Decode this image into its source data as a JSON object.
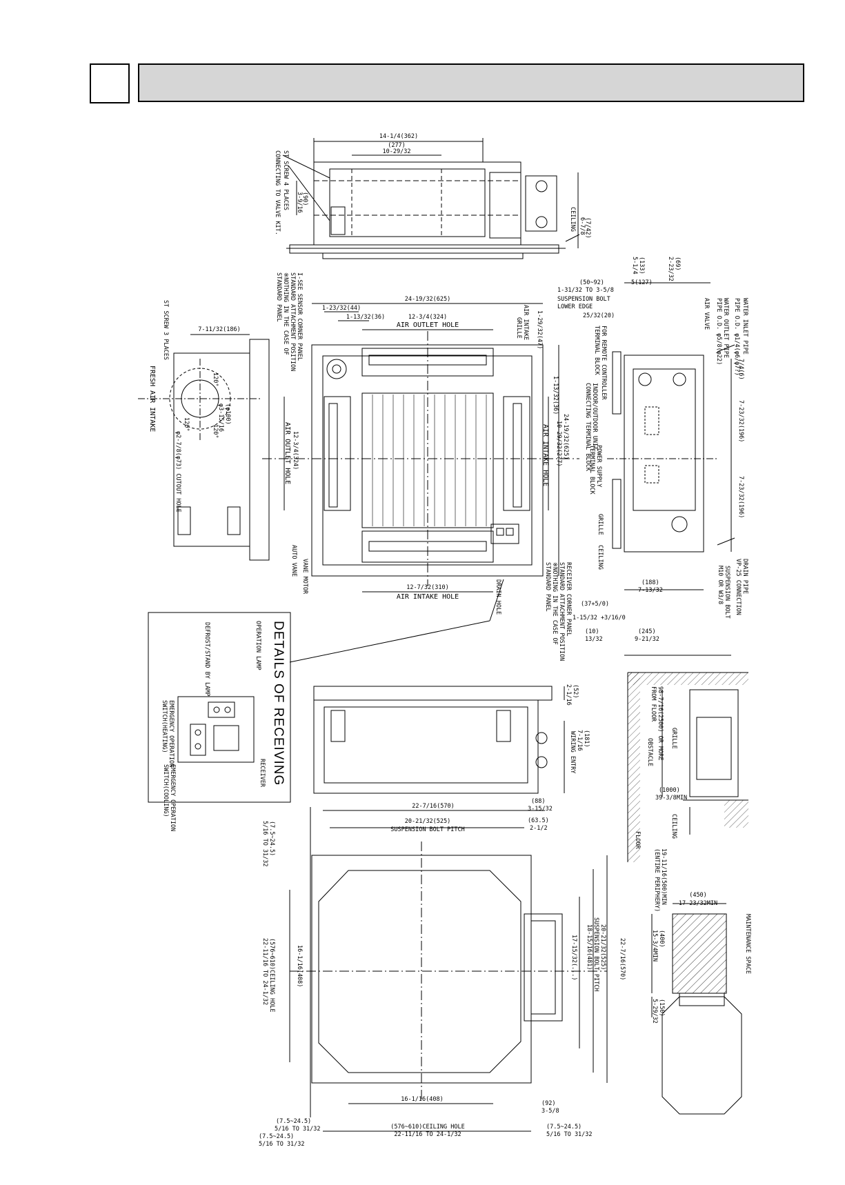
{
  "header": {
    "page_number": "",
    "title": ""
  },
  "top_view": {
    "dim_width": "14-1/4(362)",
    "dim_inner": "(277)",
    "dim_inner_in": "10-29/32",
    "dim_depth_mm": "(90)",
    "dim_depth_in": "3-9/16",
    "dim_height_mm": "(7/42)",
    "dim_height_in": "6-7/8",
    "ceiling": "CEILING",
    "st_screw_1": "ST SCREW 4 PLACES",
    "st_screw_2": "CONNECTING TO VALVE KIT."
  },
  "main_view": {
    "dim_overall": "24-19/32(625)",
    "dim_1": "1-23/32(44)",
    "dim_2": "1-13/32(36)",
    "dim_3": "12-3/4(324)",
    "air_outlet_hole": "AIR OUTLET HOLE",
    "air_intake_1": "AIR INTAKE",
    "air_intake_2": "GRILLE",
    "dim_right_1": "1-29/32(47)",
    "dim_right_2": "1-13/32(36)",
    "dim_right_overall": "24-19/32(625)",
    "dim_right_3": "10-29/32(2?7)",
    "air_intake_hole_right": "AIR INTAKE HOLE",
    "dim_left": "12-3/4(324)",
    "air_outlet_hole_left": "AIR OUTLET HOLE",
    "dim_bottom": "12-7/32(310)",
    "air_intake_hole_bottom": "AIR INTAKE HOLE",
    "isee_1": "I-SEE SENSOR CORNER PANEL",
    "isee_2": "STANDARD ATTACHMENT POSITION",
    "isee_3": "※NOTHING IN THE CASE OF",
    "isee_4": "STANDARD PANEL",
    "receiver_1": "RECEIVER CORNER PANEL",
    "receiver_2": "STANDARD ATTACHMENT POSITION",
    "receiver_3": "※NOTHING IN THE CASE OF",
    "receiver_4": "STANDARD PANEL",
    "auto_vane": "AUTO VANE",
    "vane_motor": "VANE MOTOR",
    "drain_hole": "DRAIN HOLE"
  },
  "fresh_air_view": {
    "dim_width": "7-11/32(186)",
    "st_screw": "ST SCREW 3 PLACES",
    "fresh_air": "FRESH AIR INTAKE",
    "cutout": "φ2-7/8(φ73) CUTOUT HOLE",
    "hole_dim_1": "(φ100)",
    "hole_dim_2": "φ3-15/16",
    "angle_1": "120°",
    "angle_2": "120°",
    "angle_3": "120°"
  },
  "side_view": {
    "dim_1_mm": "(133)",
    "dim_1_in": "5-1/4",
    "dim_2_mm": "(69)",
    "dim_2_in": "2-23/32",
    "dim_3": "(50~92)",
    "dim_3b": "1-31/32 TO 3-5/8",
    "susp_bolt_1": "SUSPENSION BOLT",
    "susp_bolt_2": "LOWER EDGE",
    "dim_4": "5(127)",
    "dim_5": "25/32(20)",
    "water_inlet_1": "WATER INLET PIPE",
    "water_inlet_2": "PIPE O.D. φ1/4(φ6/φ7?)",
    "water_outlet_1": "WATER OUTLET PIPE",
    "water_outlet_2": "PIPE O.D. φ5/8(φ22)",
    "air_valve": "AIR VALVE",
    "dim_right_1": "7/4(6)",
    "dim_right_2": "7-23/32(196)",
    "dim_right_3": "7-23/32(196)",
    "remote_1": "FOR REMOTE CONTROLLER",
    "remote_2": "TERMINAL BLOCK",
    "indoor_1": "INDOOR/OUTDOOR UNIT",
    "indoor_2": "CONNECTING TERMINAL BLOCK",
    "power_1": "POWER SUPPLY",
    "power_2": "TERMINAL BLOCK",
    "grille": "GRILLE",
    "ceiling": "CEILING",
    "dim_b1_mm": "(188)",
    "dim_b1_in": "7-13/32",
    "dim_b2": "(37+5/0)",
    "dim_b3": "1-15/32 +3/16/0",
    "dim_b4_mm": "(10)",
    "dim_b4_in": "13/32",
    "dim_b5_mm": "(245)",
    "dim_b5_in": "9-21/32",
    "drain_1": "DRAIN PIPE",
    "drain_2": "VP-25 CONNECTION",
    "susp_1": "SUSPENSION BOLT",
    "susp_2": "M10 OR W3/8"
  },
  "details": {
    "title": "DETAILS OF RECEIVING",
    "operation_lamp": "OPERATION LAMP",
    "defrost_lamp": "DEFROST/STAND BY LAMP",
    "receiver": "RECEIVER",
    "emergency_heat_1": "EMERGENCY OPERATION",
    "emergency_heat_2": "SWITCH(HEATING)",
    "emergency_cool_1": "EMERGENCY OPERATION",
    "emergency_cool_2": "SWITCH(COOLING)"
  },
  "receiver_side": {
    "dim_1_mm": "(52)",
    "dim_1_in": "2-1/16",
    "dim_2_mm": "(181)",
    "dim_2_in": "7-1/16",
    "wiring_entry": "WIRING ENTRY"
  },
  "plan_view": {
    "dim_overall": "22-7/16(570)",
    "dim_pitch": "20-21/32(525)",
    "susp_pitch": "SUSPENSION BOLT PITCH",
    "dim_r1_mm": "(88)",
    "dim_r1_in": "3-15/32",
    "dim_r2_mm": "(63.5)",
    "dim_r2_in": "2-1/2",
    "dim_left_a": "(7.5~24.5)",
    "dim_left_b": "5/16 TO 31/32",
    "dim_left_c": "(576~610)CEILING HOLE",
    "dim_left_d": "22-11/16 TO 24-1/32",
    "dim_inner": "16-1/16(408)",
    "dim_right_overall": "22-7/16(570)",
    "dim_right_pitch": "20-21/32(525)",
    "susp_pitch_right": "SUSPENSION BOLT PITCH",
    "dim_right_inner": "18-15/16(481)",
    "dim_right_inner2": "17-15/32(...)",
    "dim_bottom_inner": "16-1/16(408)",
    "dim_b_mm": "(92)",
    "dim_b_in": "3-5/8",
    "dim_bottom_a": "(7.5~24.5)",
    "dim_bottom_b": "5/16 TO 31/32",
    "dim_bottom_c": "(576~610)CEILING HOLE",
    "dim_bottom_d": "22-11/16 TO 24-1/32",
    "dim_bottom_e": "(7.5~24.5)",
    "dim_bottom_f": "5/16 TO 31/32",
    "dim_bottom_g": "(7.5~24.5)",
    "dim_bottom_h": "5/16 TO 31/32"
  },
  "install_view": {
    "from_floor_1": "98-7/16(2500) OR MORE",
    "from_floor_2": "FROM FLOOR",
    "grille": "GRILLE",
    "obstacle": "OBSTACLE",
    "dim_1000": "(1000)",
    "dim_1000_in": "39-3/8MIN",
    "ceiling": "CEILING",
    "floor": "FLOOR",
    "entire_1": "19-11/16(500)MIN",
    "entire_2": "(ENTIRE PERIPHERY)"
  },
  "maintenance_view": {
    "dim_450": "(450)",
    "dim_450_in": "17-23/32MIN",
    "maintenance": "MAINTENANCE SPACE",
    "dim_400": "(400)",
    "dim_400_in": "15-3/4MIN",
    "dim_150": "(150)",
    "dim_150_in": "5-29/32"
  }
}
